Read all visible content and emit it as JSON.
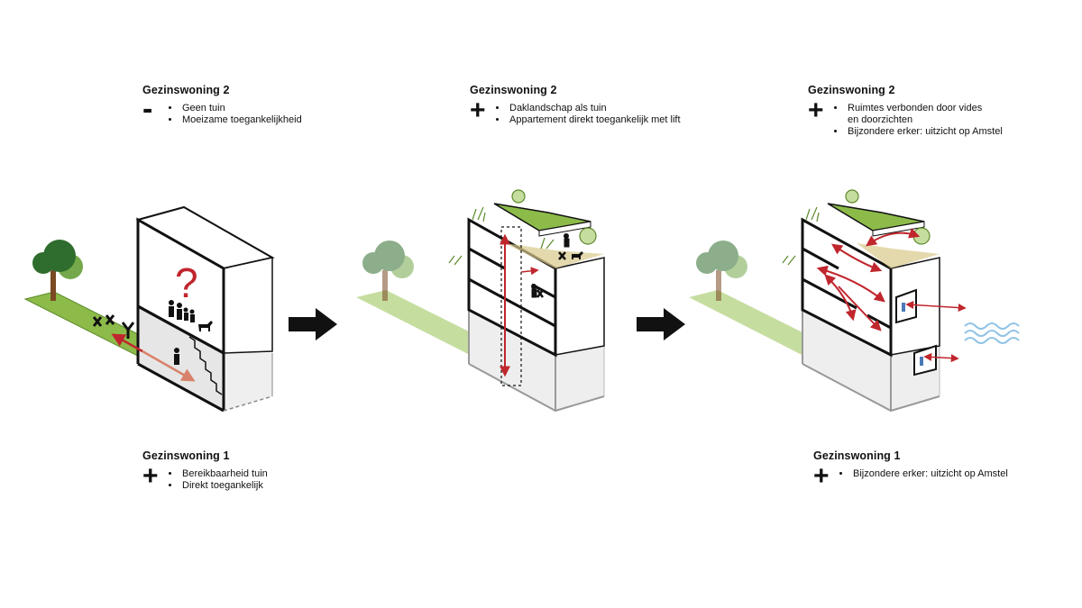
{
  "blocks": {
    "b1": {
      "title": "Gezinswoning 2",
      "sign": "-",
      "items": [
        "Geen tuin",
        "Moeizame toegankelijkheid"
      ]
    },
    "b2": {
      "title": "Gezinswoning 2",
      "sign": "+",
      "items": [
        "Daklandschap als tuin",
        "Appartement direkt toegankelijk met lift"
      ]
    },
    "b3": {
      "title": "Gezinswoning 2",
      "sign": "+",
      "items": [
        "Ruimtes verbonden door vides\nen doorzichten",
        "Bijzondere erker: uitzicht op Amstel"
      ]
    },
    "b4": {
      "title": "Gezinswoning 1",
      "sign": "+",
      "items": [
        "Bereikbaarheid tuin",
        "Direkt toegankelijk"
      ]
    },
    "b5": {
      "title": "Gezinswoning 1",
      "sign": "+",
      "items": [
        "Bijzondere erker: uitzicht op Amstel"
      ]
    }
  },
  "diagram": {
    "question_mark": "?"
  },
  "colors": {
    "green": "#8dbb4a",
    "pale_green": "#c6dda0",
    "red_arrow": "#c0262d",
    "black": "#111111",
    "water": "#8ec3e6"
  }
}
